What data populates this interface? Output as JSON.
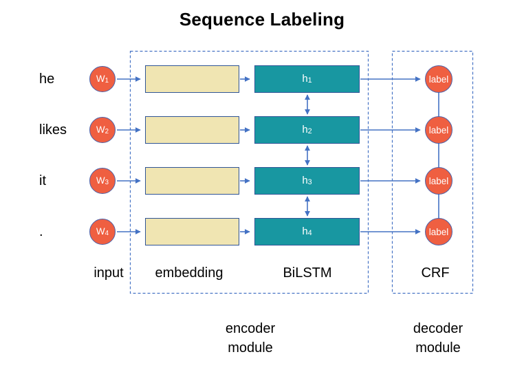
{
  "title": "Sequence Labeling",
  "colors": {
    "node_fill": "#EF5F41",
    "node_border": "#4C61A9",
    "embedding_fill": "#F0E5B2",
    "lstm_fill": "#1897A1",
    "box_border": "#2F5496",
    "connector": "#4472C4",
    "text": "#000000",
    "shape_text": "#FFFFFF"
  },
  "rows": [
    {
      "word": "he",
      "w_base": "W",
      "w_sub": "1",
      "h_base": "h",
      "h_sub": "1",
      "label": "label"
    },
    {
      "word": "likes",
      "w_base": "W",
      "w_sub": "2",
      "h_base": "h",
      "h_sub": "2",
      "label": "label"
    },
    {
      "word": "it",
      "w_base": "W",
      "w_sub": "3",
      "h_base": "h",
      "h_sub": "3",
      "label": "label"
    },
    {
      "word": ".",
      "w_base": "W",
      "w_sub": "4",
      "h_base": "h",
      "h_sub": "4",
      "label": "label"
    }
  ],
  "layer_labels": {
    "input": "input",
    "embedding": "embedding",
    "bilstm": "BiLSTM",
    "crf": "CRF"
  },
  "module_labels": {
    "encoder": [
      "encoder",
      "module"
    ],
    "decoder": [
      "decoder",
      "module"
    ]
  }
}
